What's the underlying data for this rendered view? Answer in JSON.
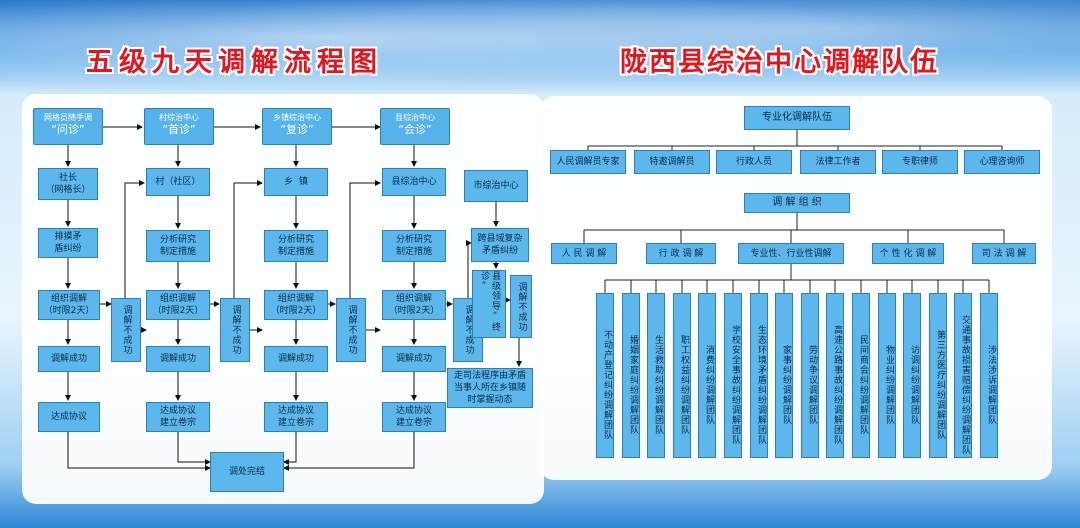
{
  "titles": {
    "left": "五级九天调解流程图",
    "right": "陇西县综治中心调解队伍"
  },
  "flow": {
    "headers": [
      {
        "small": "网格员随手调",
        "big": "“问诊”"
      },
      {
        "small": "村综治中心",
        "big": "“首诊”"
      },
      {
        "small": "乡镇综治中心",
        "big": "“复诊”"
      },
      {
        "small": "县综治中心",
        "big": "“会诊”"
      }
    ],
    "col1": {
      "top": "社长\n（网格长）",
      "sort": "排摸矛\n盾纠纷",
      "org": "组织调解\n（时限2天）",
      "success": "调解成功",
      "agree": "达成协议"
    },
    "col2": {
      "top": "村（社区）",
      "analysis": "分析研究\n制定措施",
      "org": "组织调解\n（时限2天）",
      "success": "调解成功",
      "agree": "达成协议\n建立卷宗"
    },
    "col3": {
      "top": "乡  镇",
      "analysis": "分析研究\n制定措施",
      "org": "组织调解\n（时限2天）",
      "success": "调解成功",
      "agree": "达成协议\n建立卷宗"
    },
    "col4": {
      "top": "县综治中心",
      "analysis": "分析研究\n制定措施",
      "org": "组织调解\n（时限2天）",
      "success": "调解成功",
      "agree": "达成协议\n建立卷宗"
    },
    "city": "市综治中心",
    "cross": "跨县域复杂\n矛盾纠纷",
    "leader": "县级领导“终诊”",
    "fail": "调解不成功",
    "judicial": "走司法程序由矛盾当事人所在乡镇随时掌握动态",
    "done": "调处完结"
  },
  "org": {
    "root": "专业化调解队伍",
    "level1": [
      "人民调解员专家",
      "特邀调解员",
      "行政人员",
      "法律工作者",
      "专职律师",
      "心理咨询师"
    ],
    "mid": "调 解 组 织",
    "level2": [
      "人 民 调 解",
      "行 政 调 解",
      "专业性、行业性调解",
      "个 性 化 调 解",
      "司 法 调 解"
    ],
    "teams": [
      "不动产登记纠纷调解团队",
      "婚姻家庭纠纷调解团队",
      "生活救助纠纷调解团队",
      "职工权益纠纷调解团队",
      "消费纠纷调解团队",
      "学校安全事故纠纷调解团队",
      "生态环境矛盾纠纷调解团队",
      "家事纠纷调解团队",
      "劳动争议调解团队",
      "高速公路事故纠纷调解团队",
      "民间商会纠纷调解团队",
      "物业纠纷调解团队",
      "访调纠纷调解团队",
      "第三方医疗纠纷调解团队",
      "交通事故损害赔偿纠纷调解团队",
      "涉法涉诉调解团队"
    ]
  }
}
